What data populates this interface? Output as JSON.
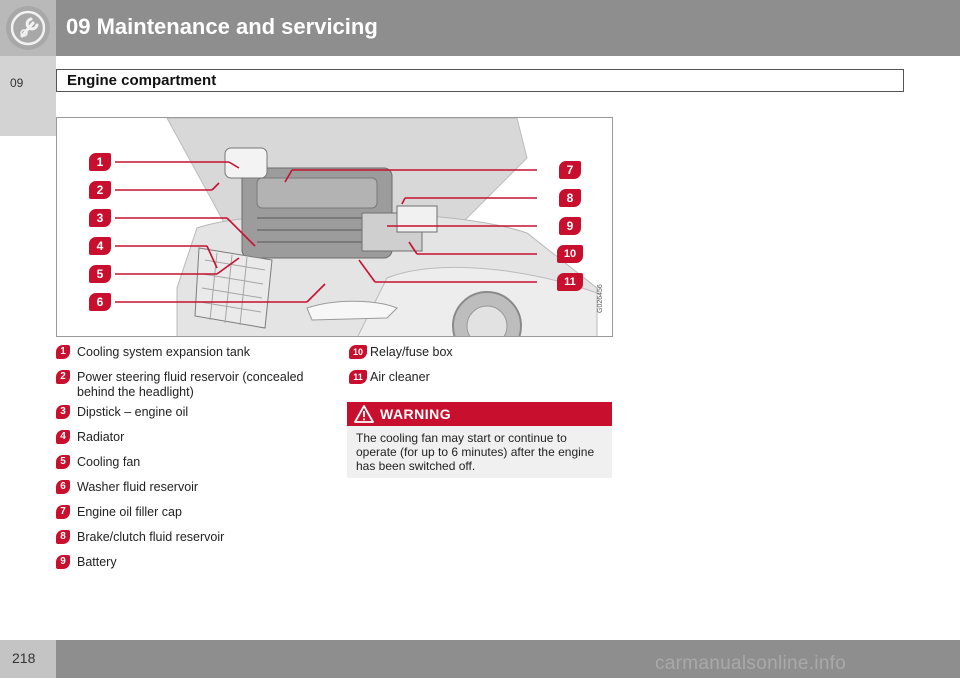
{
  "header": {
    "title": "09 Maintenance and servicing",
    "icon": "wrench-gear-icon"
  },
  "sidebar": {
    "chapter": "09"
  },
  "section": {
    "title": "Engine compartment"
  },
  "figure": {
    "code": "G026456",
    "callouts_left": [
      "1",
      "2",
      "3",
      "4",
      "5",
      "6"
    ],
    "callouts_right": [
      "7",
      "8",
      "9",
      "10",
      "11"
    ]
  },
  "items": [
    {
      "num": "1",
      "text": "Cooling system expansion tank"
    },
    {
      "num": "2",
      "text": "Power steering fluid reservoir (concealed behind the headlight)"
    },
    {
      "num": "3",
      "text": "Dipstick – engine oil"
    },
    {
      "num": "4",
      "text": "Radiator"
    },
    {
      "num": "5",
      "text": "Cooling fan"
    },
    {
      "num": "6",
      "text": "Washer fluid reservoir"
    },
    {
      "num": "7",
      "text": "Engine oil filler cap"
    },
    {
      "num": "8",
      "text": "Brake/clutch fluid reservoir"
    },
    {
      "num": "9",
      "text": "Battery"
    },
    {
      "num": "10",
      "text": "Relay/fuse box"
    },
    {
      "num": "11",
      "text": "Air cleaner"
    }
  ],
  "warning": {
    "title": "WARNING",
    "text": "The cooling fan may start or continue to operate (for up to 6 minutes) after the engine has been switched off."
  },
  "footer": {
    "page": "218",
    "watermark": "carmanualsonline.info"
  },
  "colors": {
    "accent": "#c8102e",
    "header_gray": "#8e8e8e"
  }
}
